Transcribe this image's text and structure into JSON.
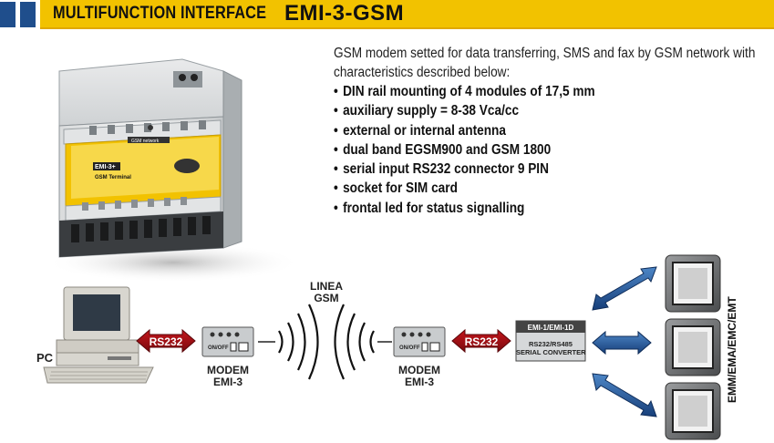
{
  "header": {
    "title": "MULTIFUNCTION INTERFACE",
    "model": "EMI-3-GSM"
  },
  "description": {
    "intro": "GSM modem setted for data transferring, SMS and fax by GSM network with characteristics described below:",
    "features": [
      "DIN rail mounting of 4 modules of 17,5 mm",
      "auxiliary supply = 8-38 Vca/cc",
      "external or internal antenna",
      "dual band EGSM900 and GSM 1800",
      "serial input RS232 connector 9 PIN",
      "socket for SIM card",
      "frontal led for status signalling"
    ]
  },
  "product": {
    "label_top": "GSM network",
    "label_model": "EMI-3+",
    "label_sub": "GSM Terminal"
  },
  "diagram": {
    "pc_label": "PC",
    "rs232_label": "RS232",
    "modem_label_line1": "MODEM",
    "modem_label_line2": "EMI-3",
    "modem_switch": "ON/OFF",
    "network_line1": "LINEA",
    "network_line2": "GSM",
    "converter_line1": "EMI-1/EMI-1D",
    "converter_line2": "RS232/RS485",
    "converter_line3": "SERIAL CONVERTER",
    "devices_label": "EMM/EMA/EMC/EMT"
  }
}
